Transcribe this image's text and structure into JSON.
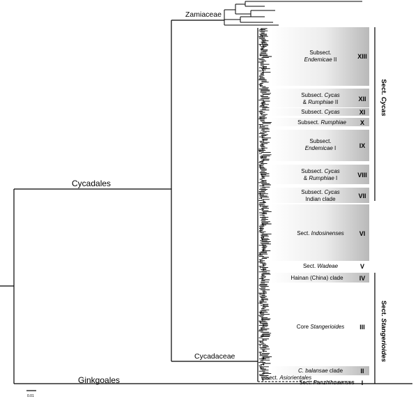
{
  "orders": {
    "zamiaceae": "Zamiaceae",
    "cycadales": "Cycadales",
    "cycadaceae": "Cycadaceae",
    "ginkgoales": "Ginkgoales"
  },
  "scale_bar": "0.01",
  "clades": [
    {
      "roman": "XIII",
      "line1": "Subsect.",
      "line2_italic": "Endemicae",
      "line2_tail": " II",
      "shaded": true
    },
    {
      "roman": "XII",
      "line1_pre": "Subsect. ",
      "line1_italic": "Cycas",
      "line2_pre": "& ",
      "line2_italic": "Rumphiae",
      "line2_tail": " II",
      "shaded": true
    },
    {
      "roman": "XI",
      "pre": "Subsect. ",
      "italic": "Cycas",
      "shaded": true
    },
    {
      "roman": "X",
      "pre": "Subsect. ",
      "italic": "Rumphiae",
      "shaded": true
    },
    {
      "roman": "IX",
      "line1": "Subsect.",
      "line2_italic": "Endemicae",
      "line2_tail": " I",
      "shaded": true
    },
    {
      "roman": "VIII",
      "line1_pre": "Subsect. ",
      "line1_italic": "Cycas",
      "line2_pre": "& ",
      "line2_italic": "Rumphiae",
      "line2_tail": " I",
      "shaded": true
    },
    {
      "roman": "VII",
      "line1_pre": "Subsect. ",
      "line1_italic": "Cycas",
      "line2": "Indian clade",
      "shaded": true
    },
    {
      "roman": "VI",
      "pre": "Sect. ",
      "italic": "Indosinenses",
      "shaded": true
    },
    {
      "roman": "V",
      "pre": "Sect. ",
      "italic": "Wadeae",
      "shaded": false
    },
    {
      "roman": "IV",
      "text": "Hainan (China) clade",
      "shaded": true
    },
    {
      "roman": "III",
      "pre": "Core ",
      "italic": "Stangerioides",
      "shaded": false
    },
    {
      "roman": "II",
      "italic": "C. balansae",
      "tail": " clade",
      "shaded": true
    },
    {
      "roman": "",
      "pre": "Sect. ",
      "italic": "Asiorientales",
      "shaded": false
    },
    {
      "roman": "I",
      "pre": "Sect. ",
      "italic": "Panzhihuaenses",
      "shaded": false
    }
  ],
  "sections": [
    {
      "pre": "Sect. ",
      "italic": "Cycas"
    },
    {
      "pre": "Sect. ",
      "italic": "Stangerioides"
    }
  ]
}
